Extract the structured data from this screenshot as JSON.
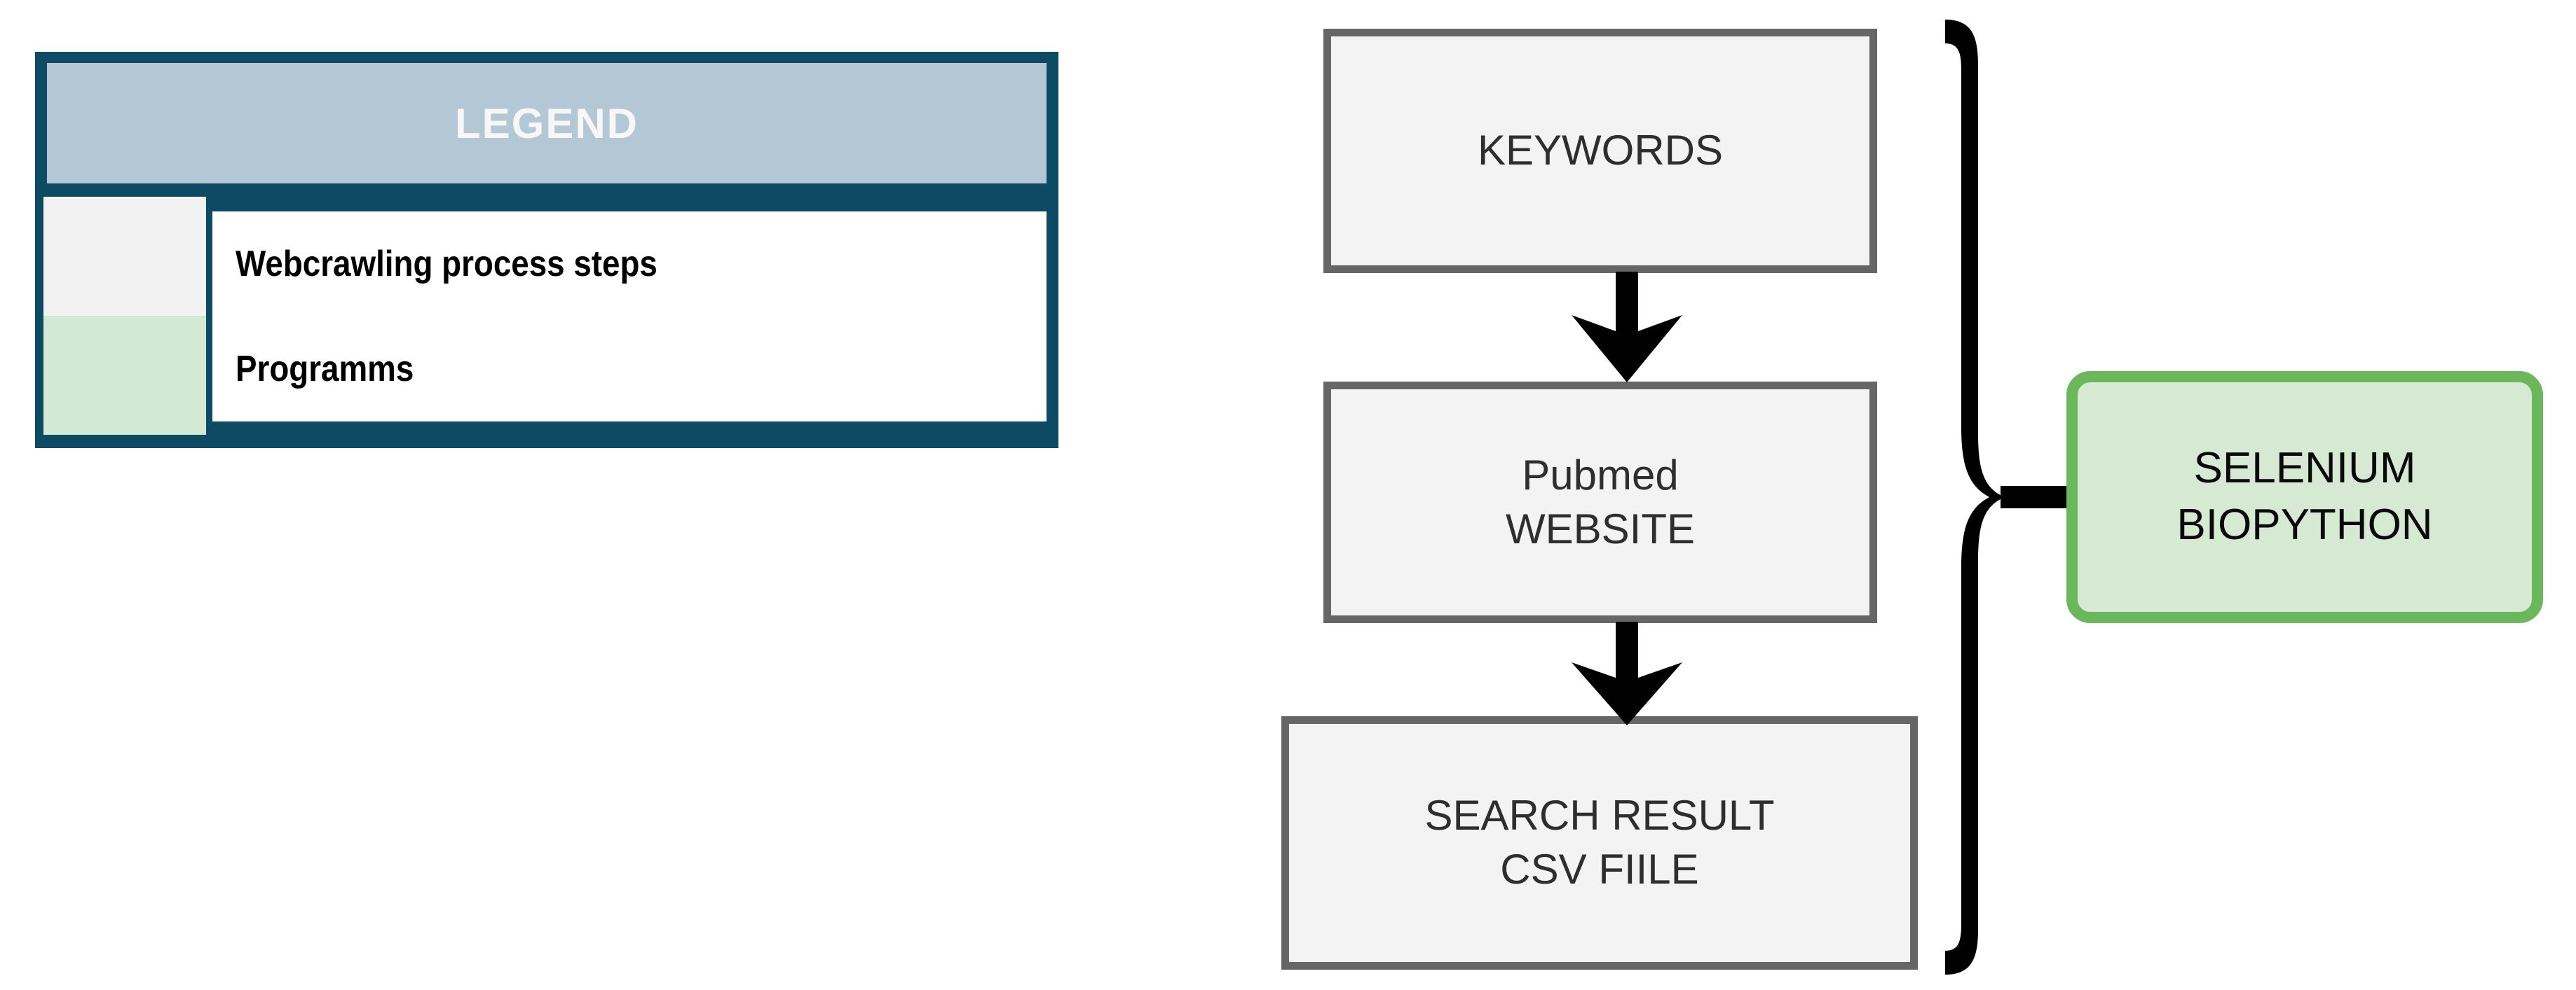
{
  "legend": {
    "title": "LEGEND",
    "title_bg": "#b3c7d4",
    "border_color": "#0d4a63",
    "items": [
      {
        "label": "Webcrawling process steps",
        "swatch_color": "#f2f2f2"
      },
      {
        "label": "Programms",
        "swatch_color": "#d4e9d4"
      }
    ]
  },
  "flow": {
    "nodes": [
      {
        "id": "keywords",
        "label": "KEYWORDS",
        "lines": [
          "KEYWORDS"
        ],
        "fill": "#f3f3f3",
        "stroke": "#666666"
      },
      {
        "id": "pubmed",
        "label": "Pubmed WEBSITE",
        "lines": [
          "Pubmed",
          "WEBSITE"
        ],
        "fill": "#f3f3f3",
        "stroke": "#666666"
      },
      {
        "id": "csv",
        "label": "SEARCH RESULT CSV FIILE",
        "lines": [
          "SEARCH RESULT",
          "CSV FIILE"
        ],
        "fill": "#f3f3f3",
        "stroke": "#666666"
      }
    ],
    "arrows": [
      {
        "from": "keywords",
        "to": "pubmed"
      },
      {
        "from": "pubmed",
        "to": "csv"
      }
    ]
  },
  "tooling": {
    "label": "SELENIUM BIOPYTHON",
    "lines": [
      "SELENIUM",
      "BIOPYTHON"
    ],
    "fill": "#d5e9d3",
    "stroke": "#6ab75c",
    "brace_color": "#000000"
  }
}
